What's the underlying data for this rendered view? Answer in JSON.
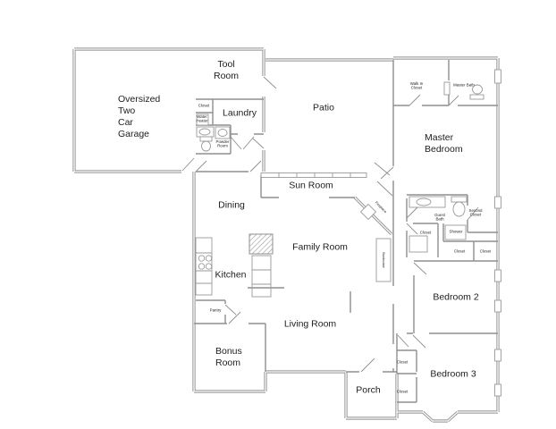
{
  "colors": {
    "background": "#ffffff",
    "wall": "#8f8f8f",
    "wall_light": "#a3a3a3",
    "text": "#1d1d1d"
  },
  "rooms": {
    "garage": "Oversized\nTwo\nCar\nGarage",
    "tool_room": "Tool\nRoom",
    "laundry": "Laundry",
    "patio": "Patio",
    "master_bedroom": "Master\nBedroom",
    "walk_in_closet": "Walk In\nCloset",
    "master_bath": "Master Bath",
    "sun_room": "Sun Room",
    "dining": "Dining",
    "family_room": "Family Room",
    "kitchen": "Kitchen",
    "living_room": "Living Room",
    "bonus_room": "Bonus\nRoom",
    "porch": "Porch",
    "bedroom_2": "Bedroom 2",
    "bedroom_3": "Bedroom 3",
    "guest_bath": "Guest\nBath",
    "second_closet": "Second\nCloset",
    "shower": "Shower",
    "pantry": "Pantry",
    "powder_room": "Powder\nRoom",
    "water_heater": "Water\nHeater",
    "closet": "Closet",
    "fireplace": "Fireplace",
    "bookcase": "Bookcase"
  }
}
